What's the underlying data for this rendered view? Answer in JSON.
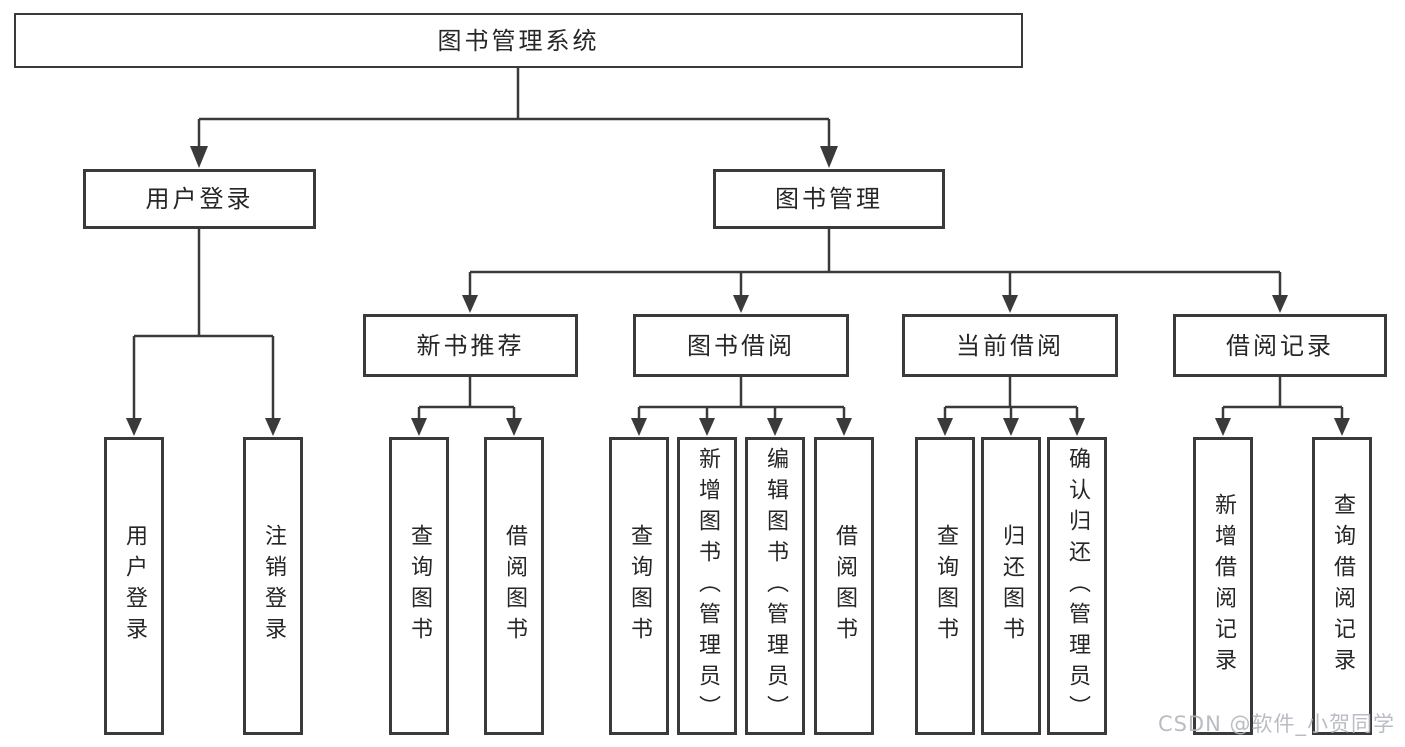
{
  "colors": {
    "line": "#3a3a3a",
    "box_border": "#3a3a3a",
    "box_background": "#ffffff",
    "text": "#262626",
    "watermark": "#b4b8be"
  },
  "watermark": "CSDN @软件_小贺同学",
  "nodes": {
    "root": "图书管理系统",
    "user_login": "用户登录",
    "book_management": "图书管理",
    "new_book_recommend": "新书推荐",
    "book_borrowing": "图书借阅",
    "current_borrowing": "当前借阅",
    "borrowing_records": "借阅记录",
    "login": "用户登录",
    "logout": "注销登录",
    "rec_query_books": "查询图书",
    "rec_borrow_books": "借阅图书",
    "bb_query_books": "查询图书",
    "bb_add_books": "新增图书（管理员）",
    "bb_edit_books": "编辑图书（管理员）",
    "bb_borrow_books": "借阅图书",
    "cb_query_books": "查询图书",
    "cb_return_books": "归还图书",
    "cb_confirm_return": "确认归还（管理员）",
    "br_add_record": "新增借阅记录",
    "br_query_record": "查询借阅记录"
  }
}
